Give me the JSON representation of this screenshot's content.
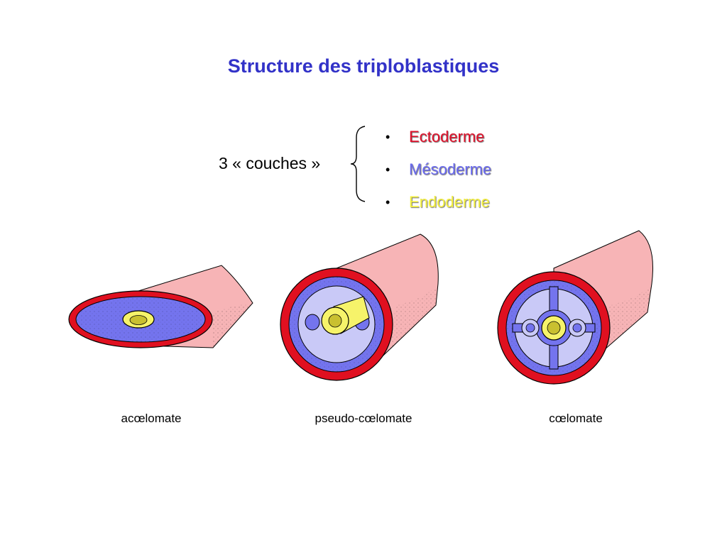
{
  "title": "Structure des triploblastiques",
  "couches_label": "3 « couches »",
  "layers": [
    {
      "name": "Ectoderme",
      "color": "#e0102a"
    },
    {
      "name": "Mésoderme",
      "color": "#6a6af0"
    },
    {
      "name": "Endoderme",
      "color": "#f4f040"
    }
  ],
  "bullet": "•",
  "figures": [
    {
      "caption": "acœlomate"
    },
    {
      "caption": "pseudo-cœlomate"
    },
    {
      "caption": "cœlomate"
    }
  ],
  "colors": {
    "title": "#3232c8",
    "ectoderm": "#e01020",
    "mesoderm": "#7474ee",
    "mesoderm_light": "#c9c9f7",
    "endoderm": "#f6f36a",
    "tube_skin": "#f7b4b6"
  }
}
